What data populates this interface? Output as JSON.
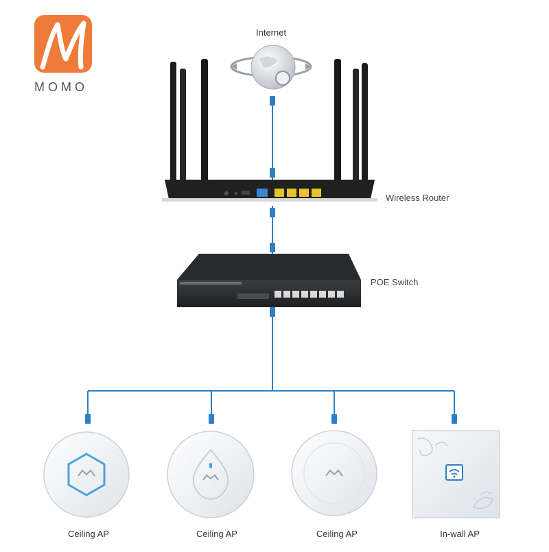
{
  "brand": {
    "name": "MOMO",
    "color": "#ef7b3a"
  },
  "labels": {
    "internet": "Internet",
    "router": "Wireless Router",
    "switch": "POE Switch"
  },
  "devices": [
    {
      "label": "Ceiling AP",
      "variant": "hexagon"
    },
    {
      "label": "Ceiling AP",
      "variant": "teardrop"
    },
    {
      "label": "Ceiling AP",
      "variant": "plain"
    },
    {
      "label": "In-wall AP",
      "variant": "wall-panel"
    }
  ],
  "colors": {
    "cable": "#2e7fc4",
    "device_dark": "#1e1e1e",
    "port_yellow": "#e8c42a",
    "port_blue": "#3a86d1"
  }
}
